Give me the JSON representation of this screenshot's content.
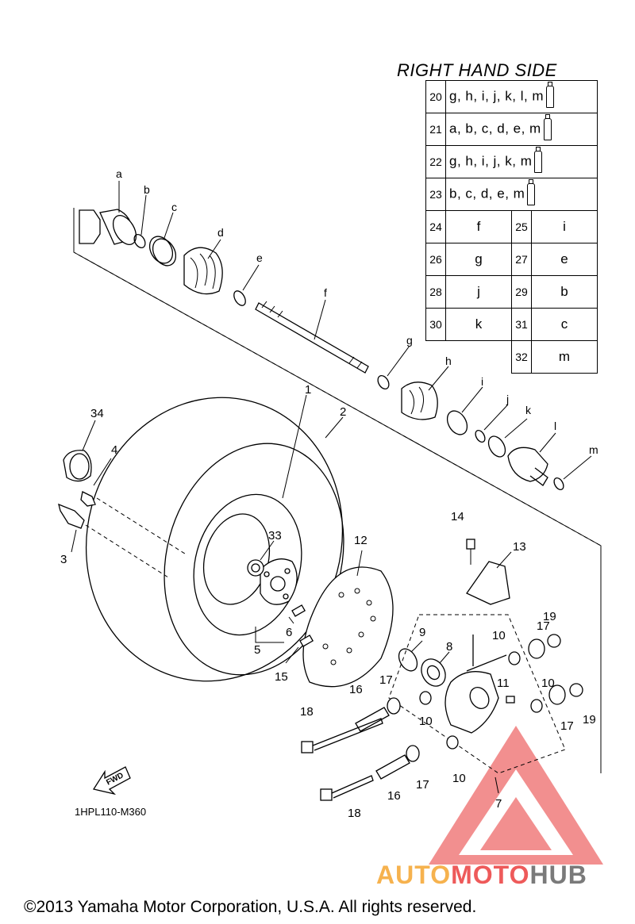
{
  "table": {
    "title": "RIGHT HAND SIDE",
    "kits": [
      {
        "num": "20",
        "letters": "g, h, i, j, k, l, m"
      },
      {
        "num": "21",
        "letters": "a, b, c, d, e, m"
      },
      {
        "num": "22",
        "letters": "g, h, i, j, k, m"
      },
      {
        "num": "23",
        "letters": "b, c, d, e, m"
      }
    ],
    "pairs": [
      [
        {
          "num": "24",
          "letter": "f"
        },
        {
          "num": "25",
          "letter": "i"
        }
      ],
      [
        {
          "num": "26",
          "letter": "g"
        },
        {
          "num": "27",
          "letter": "e"
        }
      ],
      [
        {
          "num": "28",
          "letter": "j"
        },
        {
          "num": "29",
          "letter": "b"
        }
      ],
      [
        {
          "num": "30",
          "letter": "k"
        },
        {
          "num": "31",
          "letter": "c"
        }
      ],
      [
        {
          "num": "",
          "letter": ""
        },
        {
          "num": "32",
          "letter": "m"
        }
      ]
    ]
  },
  "letter_callouts": [
    "a",
    "b",
    "c",
    "d",
    "e",
    "f",
    "g",
    "h",
    "i",
    "j",
    "k",
    "l",
    "m"
  ],
  "callouts": {
    "c1": "1",
    "c2": "2",
    "c3": "3",
    "c4": "4",
    "c5": "5",
    "c6": "6",
    "c7": "7",
    "c8": "8",
    "c9": "9",
    "c10a": "10",
    "c10b": "10",
    "c10c": "10",
    "c10d": "10",
    "c11": "11",
    "c12": "12",
    "c13": "13",
    "c14": "14",
    "c15": "15",
    "c16a": "16",
    "c16b": "16",
    "c17a": "17",
    "c17b": "17",
    "c17c": "17",
    "c17d": "17",
    "c18a": "18",
    "c18b": "18",
    "c19a": "19",
    "c19b": "19",
    "c33": "33",
    "c34": "34"
  },
  "fwd_label": "FWD",
  "diagram_code": "1HPL110-M360",
  "copyright": "©2013 Yamaha Motor Corporation, U.S.A. All rights reserved.",
  "watermark": {
    "part1": "AUTO",
    "part2": "MOTO",
    "part3": "HUB"
  },
  "colors": {
    "watermark_orange": "#f6b24e",
    "watermark_red": "#ee5a5a",
    "watermark_gray": "#7a7a7a"
  },
  "icons": [
    "grease-tube-icon",
    "fwd-arrow-icon",
    "watermark-triangle-logo"
  ]
}
